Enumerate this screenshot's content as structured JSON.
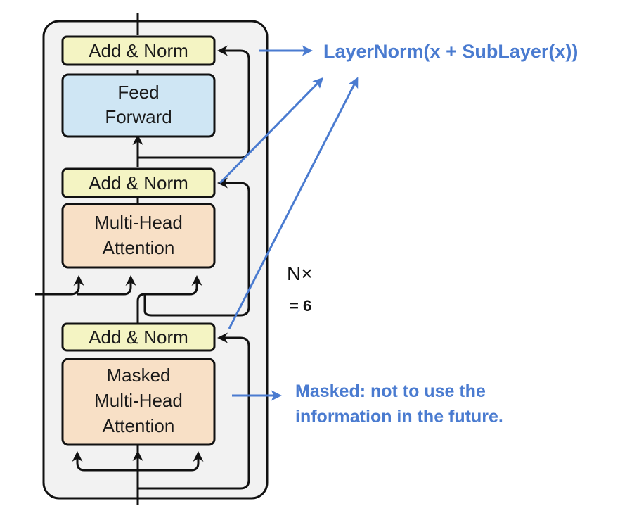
{
  "decoder_layer": {
    "top_add_norm": "Add & Norm",
    "feed_forward": [
      "Feed",
      "Forward"
    ],
    "middle_add_norm": "Add & Norm",
    "multi_head_attention": [
      "Multi-Head",
      "Attention"
    ],
    "bottom_add_norm": "Add & Norm",
    "masked_multi_head_attention": [
      "Masked",
      "Multi-Head",
      "Attention"
    ]
  },
  "repeat": {
    "label": "N×",
    "count": "= 6"
  },
  "annotations": {
    "layernorm_formula": "LayerNorm(x + SubLayer(x))",
    "masked_note": [
      "Masked: not to use the",
      "information in the future."
    ]
  },
  "colors": {
    "add_norm_fill": "#f4f4c3",
    "feed_forward_fill": "#cfe6f4",
    "attention_fill": "#f8e0c6",
    "layer_background": "#f2f2f2",
    "annotation_blue": "#4a7bd0",
    "stroke": "#111111"
  }
}
